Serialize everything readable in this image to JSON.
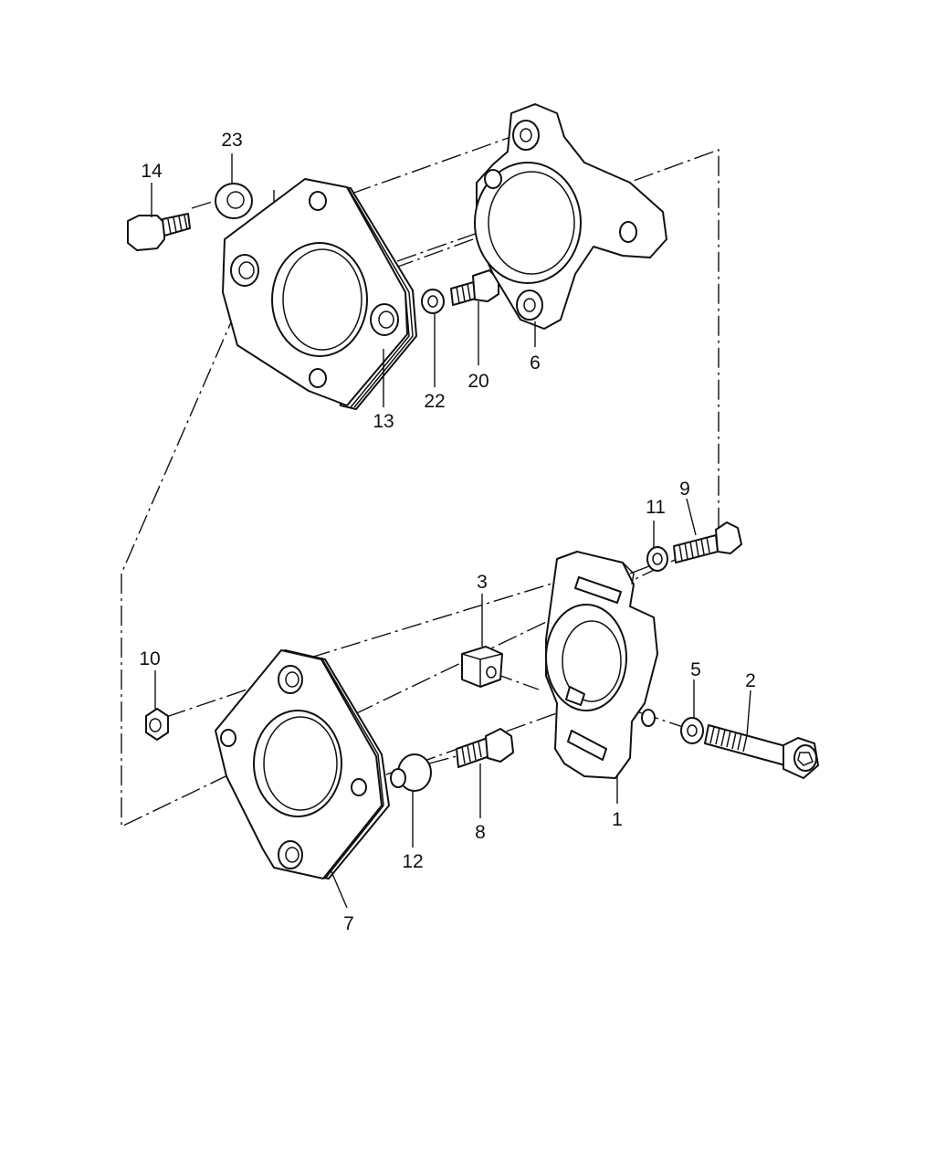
{
  "callouts": [
    {
      "id": "c14",
      "text": "14"
    },
    {
      "id": "c23",
      "text": "23"
    },
    {
      "id": "c13",
      "text": "13"
    },
    {
      "id": "c22",
      "text": "22"
    },
    {
      "id": "c20",
      "text": "20"
    },
    {
      "id": "c6",
      "text": "6"
    },
    {
      "id": "c11",
      "text": "11"
    },
    {
      "id": "c9",
      "text": "9"
    },
    {
      "id": "c3",
      "text": "3"
    },
    {
      "id": "c10",
      "text": "10"
    },
    {
      "id": "c5",
      "text": "5"
    },
    {
      "id": "c2",
      "text": "2"
    },
    {
      "id": "c12",
      "text": "12"
    },
    {
      "id": "c8",
      "text": "8"
    },
    {
      "id": "c1",
      "text": "1"
    },
    {
      "id": "c7",
      "text": "7"
    }
  ]
}
